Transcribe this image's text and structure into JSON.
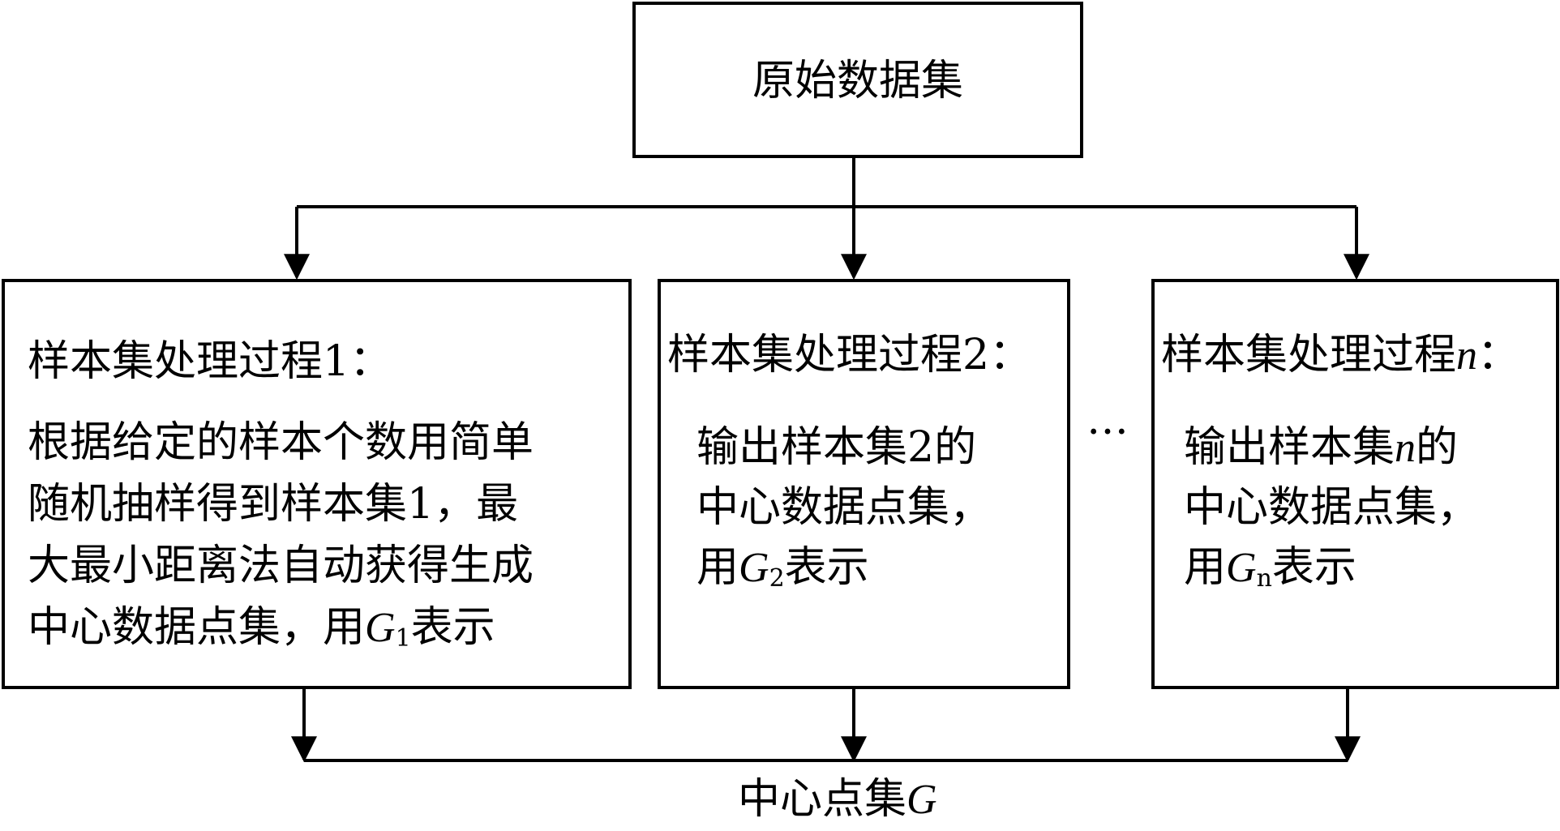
{
  "top_box": {
    "label": "原始数据集"
  },
  "process_1": {
    "title": "样本集处理过程1：",
    "desc_lines": [
      "根据给定的样本个数用简单",
      "随机抽样得到样本集1，最",
      "大最小距离法自动获得生成",
      "中心数据点集，用"
    ],
    "set_symbol": "G",
    "set_subscript": "1",
    "after_symbol": "表示"
  },
  "process_2": {
    "title": "样本集处理过程2：",
    "desc_lines": [
      "输出样本集2的",
      "中心数据点集，",
      "用"
    ],
    "set_symbol": "G",
    "set_subscript": "2",
    "after_symbol": "表示"
  },
  "process_n": {
    "title_prefix": "样本集处理过程",
    "title_var": "n",
    "title_suffix": "：",
    "line1_prefix": "输出样本集",
    "line1_var": "n",
    "line1_suffix": "的",
    "line2": "中心数据点集，",
    "line3_prefix": "用",
    "set_symbol": "G",
    "set_subscript": "n",
    "after_symbol": "表示"
  },
  "ellipsis": "…",
  "output": {
    "label": "中心点集",
    "symbol": "G"
  }
}
